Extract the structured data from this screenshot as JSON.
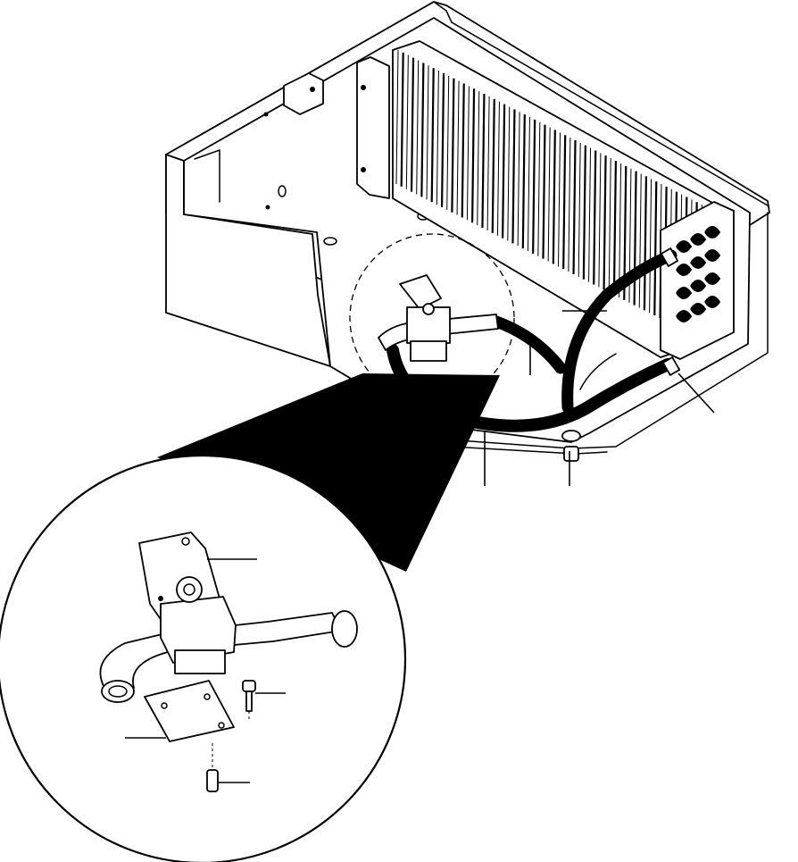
{
  "diagram": {
    "callouts": [
      {
        "id": "part-a",
        "label": ""
      },
      {
        "id": "part-b",
        "label": ""
      },
      {
        "id": "part-c",
        "label": ""
      },
      {
        "id": "part-d",
        "label": ""
      },
      {
        "id": "part-e",
        "label": ""
      },
      {
        "id": "detail-plate",
        "label": ""
      },
      {
        "id": "detail-screw",
        "label": ""
      },
      {
        "id": "detail-gasket",
        "label": ""
      },
      {
        "id": "detail-bolt",
        "label": ""
      }
    ],
    "colors": {
      "line": "#000000",
      "background": "#ffffff"
    }
  }
}
